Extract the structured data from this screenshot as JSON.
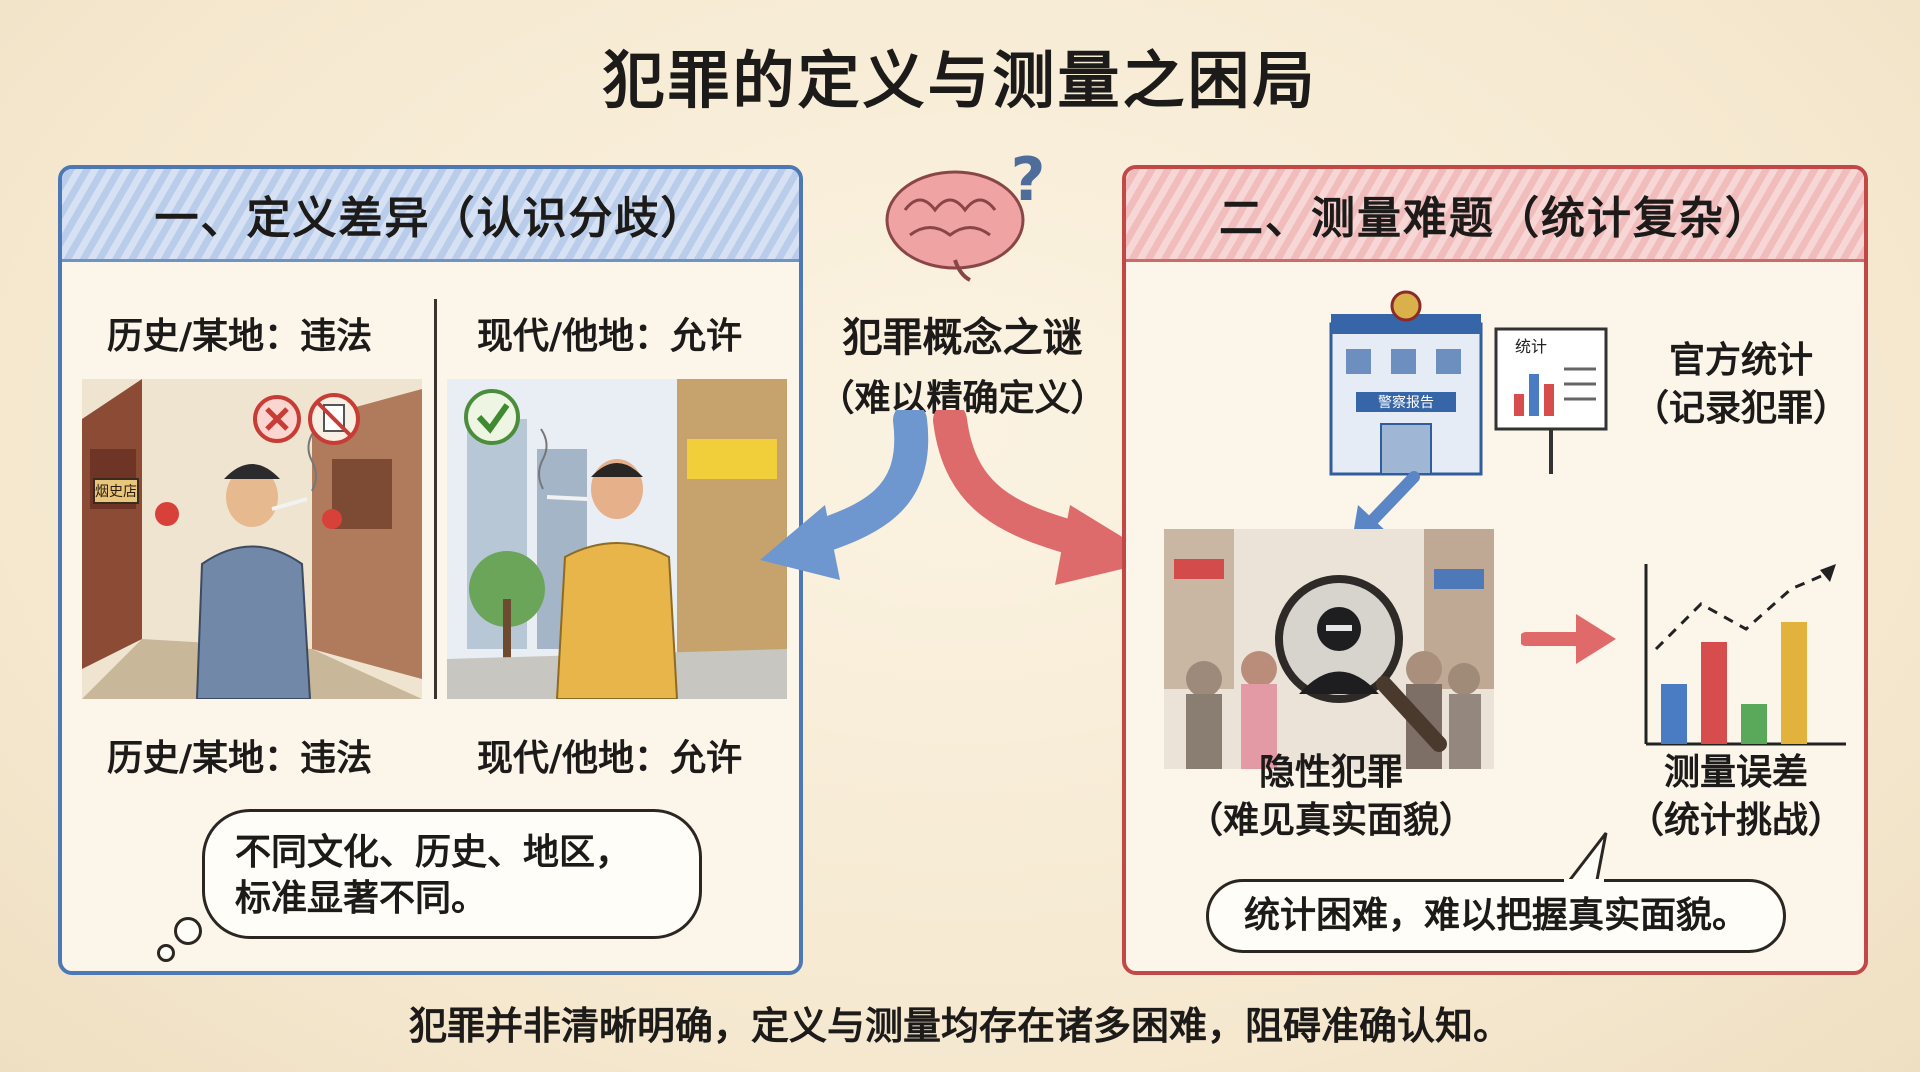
{
  "title": "犯罪的定义与测量之困局",
  "center": {
    "heading": "犯罪概念之谜",
    "subheading": "（难以精确定义）",
    "icon": "brain-question-icon"
  },
  "left_panel": {
    "header": "一、定义差异（认识分歧）",
    "top_left_label": "历史/某地：违法",
    "top_right_label": "现代/他地：允许",
    "bottom_left_label": "历史/某地：违法",
    "bottom_right_label": "现代/他地：允许",
    "bubble_line1": "不同文化、历史、地区，",
    "bubble_line2": "标准显著不同。",
    "old_shop_sign": "烟史店"
  },
  "right_panel": {
    "header": "二、测量难题（统计复杂）",
    "official_title": "官方统计",
    "official_sub": "（记录犯罪）",
    "police_sign": "警察报告",
    "chart_board_title": "统计",
    "hidden_title": "隐性犯罪",
    "hidden_sub": "（难见真实面貌）",
    "error_title": "测量误差",
    "error_sub": "（统计挑战）",
    "bubble_text": "统计困难，难以把握真实面貌。"
  },
  "footer": "犯罪并非清晰明确，定义与测量均存在诸多困难，阻碍准确认知。",
  "colors": {
    "blue": "#4e78b5",
    "red": "#c24848",
    "ink": "#1d1b19",
    "paper": "#f6ead2"
  }
}
